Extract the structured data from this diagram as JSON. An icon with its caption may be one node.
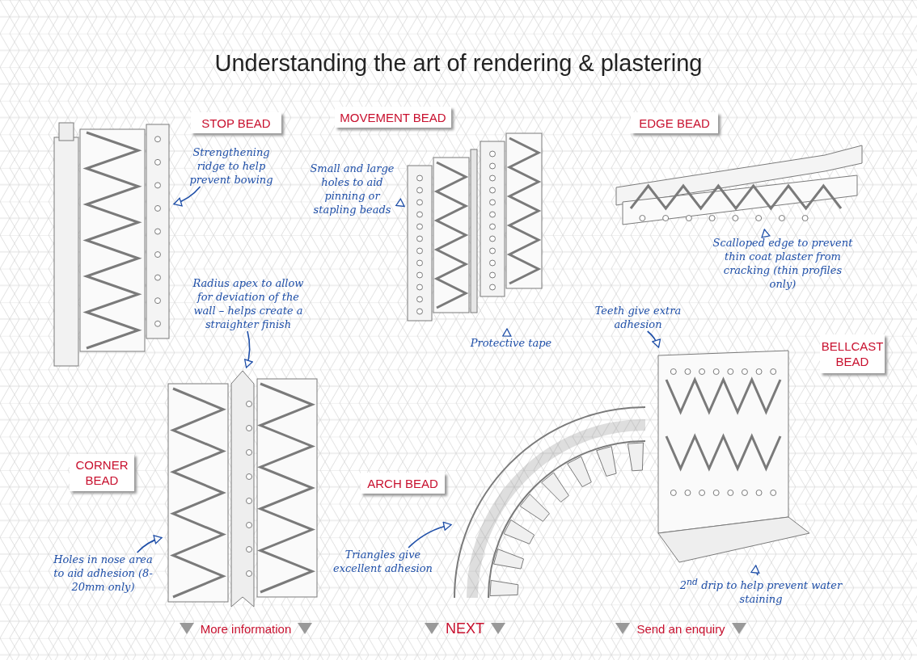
{
  "diagram": {
    "title": "Understanding the art of rendering & plastering",
    "nodes": [
      {
        "text": [
          "STOP BEAD"
        ]
      },
      {
        "text": [
          "MOVEMENT BEAD"
        ]
      },
      {
        "text": [
          "EDGE BEAD"
        ]
      },
      {
        "text": [
          "BELLCAST BEAD"
        ]
      },
      {
        "text": [
          "CORNER BEAD"
        ]
      },
      {
        "text": [
          "ARCH BEAD"
        ]
      },
      {
        "text": [],
        "shape": "picture"
      },
      {
        "text": [],
        "shape": "picture"
      },
      {
        "text": [],
        "shape": "picture"
      },
      {
        "text": [],
        "shape": "picture"
      },
      {
        "text": [],
        "shape": "picture"
      },
      {
        "text": [],
        "shape": "picture"
      },
      {
        "text": [
          "Strengthening ridge to help prevent bowing"
        ]
      },
      {
        "text": [
          "Small and large holes to aid pinning or stapling beads"
        ]
      },
      {
        "text": [
          "Scalloped edge to prevent thin coat plaster from cracking (thin profiles only)"
        ]
      },
      {
        "text": [
          "Radius apex to allow for deviation of the wall – helps create a straighter finish"
        ]
      },
      {
        "text": [
          "Protective tape"
        ]
      },
      {
        "text": [
          "Teeth give extra adhesion"
        ]
      },
      {
        "text": [
          "Holes in nose area to aid adhesion (8-20mm only)"
        ]
      },
      {
        "text": [
          "Triangles give excellent adhesion"
        ]
      },
      {
        "text": [
          "2$^{nd}$ drip to help prevent water staining"
        ]
      }
    ],
    "edges": [
      {
        "from": 12,
        "to": 6,
        "arrow": "to"
      },
      {
        "from": 13,
        "to": 7,
        "arrow": "to"
      },
      {
        "from": 14,
        "to": 8,
        "arrow": "to"
      },
      {
        "from": 15,
        "to": 9,
        "arrow": "to"
      },
      {
        "from": 16,
        "to": 7,
        "arrow": "to"
      },
      {
        "from": 17,
        "to": 11,
        "arrow": "to"
      },
      {
        "from": 18,
        "to": 9,
        "arrow": "to"
      },
      {
        "from": 19,
        "to": 10,
        "arrow": "to"
      },
      {
        "from": 20,
        "to": 11,
        "arrow": "to"
      }
    ],
    "labels": [
      "More information",
      "NEXT",
      "Send an enquiry"
    ]
  }
}
